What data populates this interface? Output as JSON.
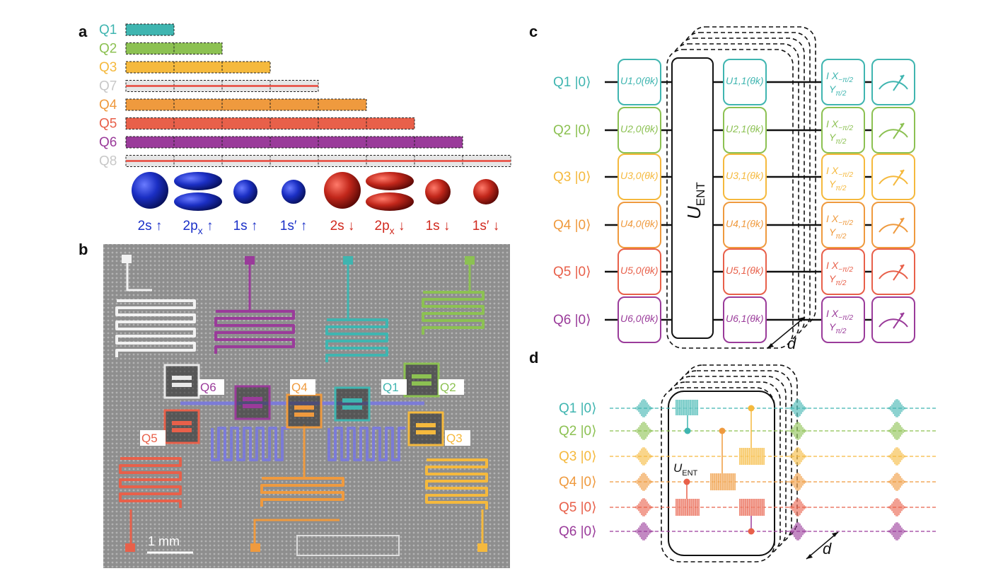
{
  "colors": {
    "Q1": "#3fb5b0",
    "Q2": "#8cc152",
    "Q3": "#f5b93d",
    "Q4": "#ef9a3e",
    "Q5": "#e8604a",
    "Q6": "#9a3b9a",
    "Q7": "#c8c8c8",
    "spin_up": "#1b30c8",
    "spin_down": "#d12a1f"
  },
  "panel_a": {
    "letter": "a",
    "qubit_labels": [
      "Q1",
      "Q2",
      "Q3",
      "Q7",
      "Q4",
      "Q5",
      "Q6",
      "Q8"
    ],
    "segments": [
      1,
      2,
      3,
      4,
      5,
      6,
      7,
      8
    ],
    "orbital_labels": [
      {
        "text": "2s ↑",
        "spin": "up"
      },
      {
        "text": "2p",
        "sub": "x",
        "tail": " ↑",
        "spin": "up"
      },
      {
        "text": "1s ↑",
        "spin": "up"
      },
      {
        "text": "1s′ ↑",
        "spin": "up"
      },
      {
        "text": "2s ↓",
        "spin": "down"
      },
      {
        "text": "2p",
        "sub": "x",
        "tail": " ↓",
        "spin": "down"
      },
      {
        "text": "1s ↓",
        "spin": "down"
      },
      {
        "text": "1s′ ↓",
        "spin": "down"
      }
    ]
  },
  "panel_b": {
    "letter": "b",
    "qubit_labels": [
      "Q1",
      "Q2",
      "Q3",
      "Q4",
      "Q5",
      "Q6"
    ],
    "scale_bar": "1 mm"
  },
  "panel_c": {
    "letter": "c",
    "qubit_labels": [
      "Q1 |0⟩",
      "Q2 |0⟩",
      "Q3 |0⟩",
      "Q4 |0⟩",
      "Q5 |0⟩",
      "Q6 |0⟩"
    ],
    "first_layer": [
      "U1,0(θk)",
      "U2,0(θk)",
      "U3,0(θk)",
      "U4,0(θk)",
      "U5,0(θk)",
      "U6,0(θk)"
    ],
    "second_layer": [
      "U1,1(θk)",
      "U2,1(θk)",
      "U3,1(θk)",
      "U4,1(θk)",
      "U5,1(θk)",
      "U6,1(θk)"
    ],
    "entangler": "UENT",
    "basis": {
      "i": "I",
      "x": "X",
      "x_sub": "−π/2",
      "y": "Y",
      "y_sub": "π/2"
    },
    "depth": "d"
  },
  "panel_d": {
    "letter": "d",
    "qubit_labels": [
      "Q1 |0⟩",
      "Q2 |0⟩",
      "Q3 |0⟩",
      "Q4 |0⟩",
      "Q5 |0⟩",
      "Q6 |0⟩"
    ],
    "entangler": "UENT",
    "depth": "d"
  }
}
